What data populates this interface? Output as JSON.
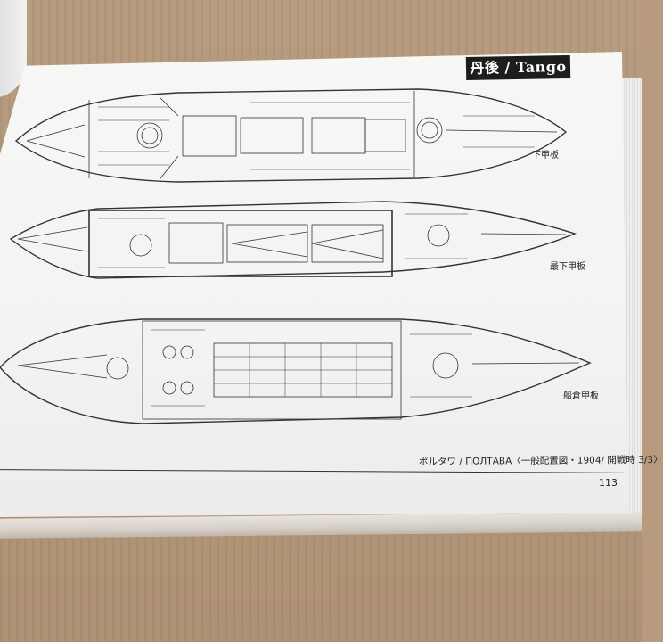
{
  "page": {
    "title_badge": "丹後 / Tango",
    "deck_labels": {
      "upper": "下甲板",
      "lower": "最下甲板",
      "hold": "船倉甲板"
    },
    "caption": "ポルタワ / ПОЛТАВА〈一般配置図・1904/ 開戦時 3/3〉",
    "page_number": "113"
  }
}
